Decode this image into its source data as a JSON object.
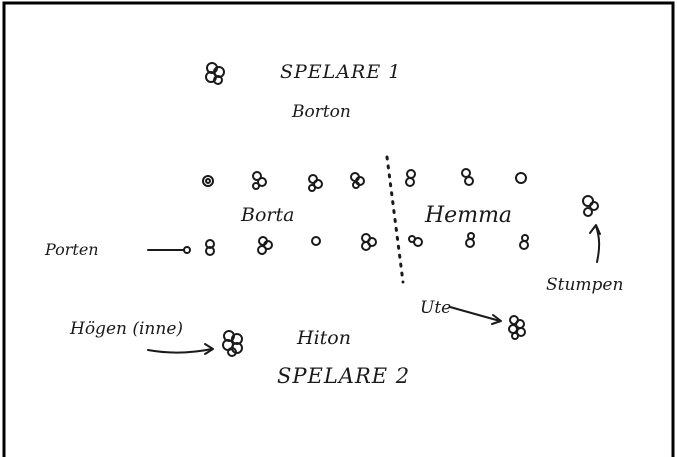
{
  "labels": {
    "player1": "SPELARE 1",
    "player1_side": "Borton",
    "player2": "SPELARE 2",
    "player2_side": "Hiton",
    "left_zone": "Borta",
    "right_zone": "Hemma",
    "porten": "Porten",
    "hogen": "Högen (inne)",
    "ute": "Ute",
    "stumpen": "Stumpen"
  },
  "colors": {
    "ink": "#1a1a1a",
    "frame": "#000000",
    "background": "#ffffff"
  }
}
